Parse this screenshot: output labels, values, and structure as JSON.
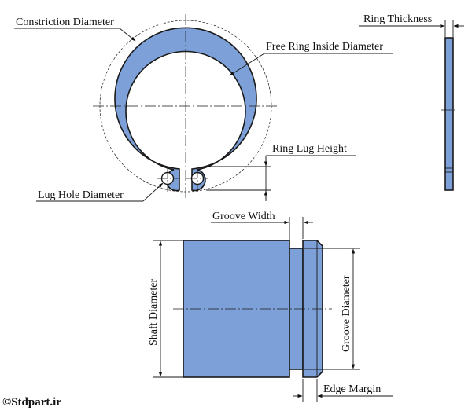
{
  "labels": {
    "constriction_diameter": "Constriction Diameter",
    "free_ring_inside_diameter": "Free Ring Inside Diameter",
    "ring_thickness": "Ring Thickness",
    "ring_lug_height": "Ring Lug Height",
    "lug_hole_diameter": "Lug Hole Diameter",
    "groove_width": "Groove Width",
    "shaft_diameter": "Shaft Diameter",
    "groove_diameter": "Groove Diameter",
    "edge_margin": "Edge Margin"
  },
  "copyright": "©Stdpart.ir",
  "colors": {
    "part_fill": "#7da0d8",
    "outline": "#1a1a1a"
  }
}
